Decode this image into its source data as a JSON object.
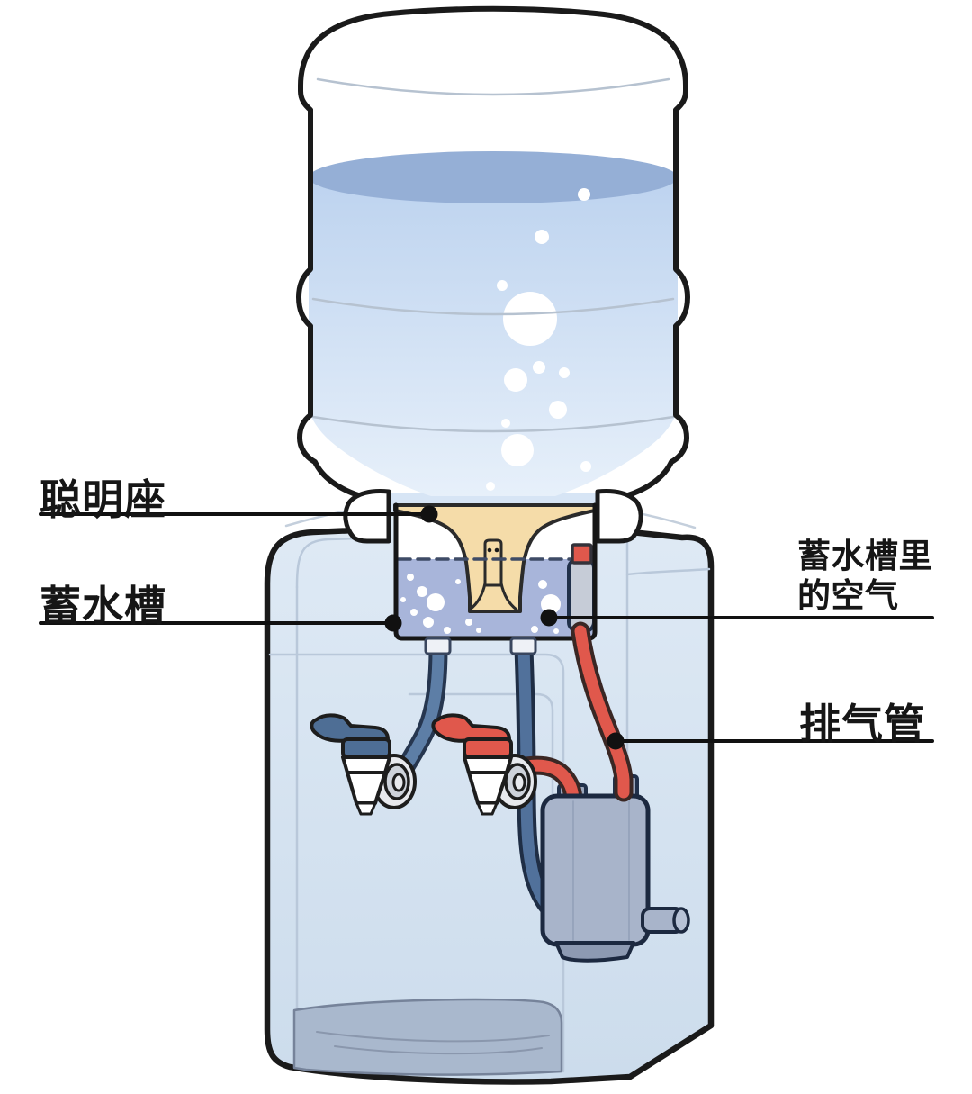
{
  "labels": {
    "smart_seat": "聪明座",
    "storage_tank": "蓄水槽",
    "tank_air": "蓄水槽里\n的空气",
    "vent_pipe": "排气管"
  },
  "colors": {
    "outline": "#1a1a1a",
    "leader": "#111111",
    "bottle_water": "#bdd3ef",
    "bottle_water_light": "#e7f0fa",
    "water_surface": "#95afd6",
    "body_top": "#dfeaf5",
    "body_bottom": "#ccdcec",
    "panel_line": "#b9c8da",
    "tank_water": "#a8b5da",
    "funnel_tan": "#f5dca9",
    "accent_red": "#e0584c",
    "pipe_blue": "#5d7ea6",
    "pipe_blue_dark": "#51719b",
    "faucet_blue": "#4e6e95",
    "flange_light": "#e7e9ed",
    "flange_mid": "#cdd2da",
    "connector_grey": "#c6ccd7",
    "hot_tank": "#a8b4ca",
    "hot_tank_rim": "#8d9ab2",
    "tray": "#a9b8cd"
  }
}
